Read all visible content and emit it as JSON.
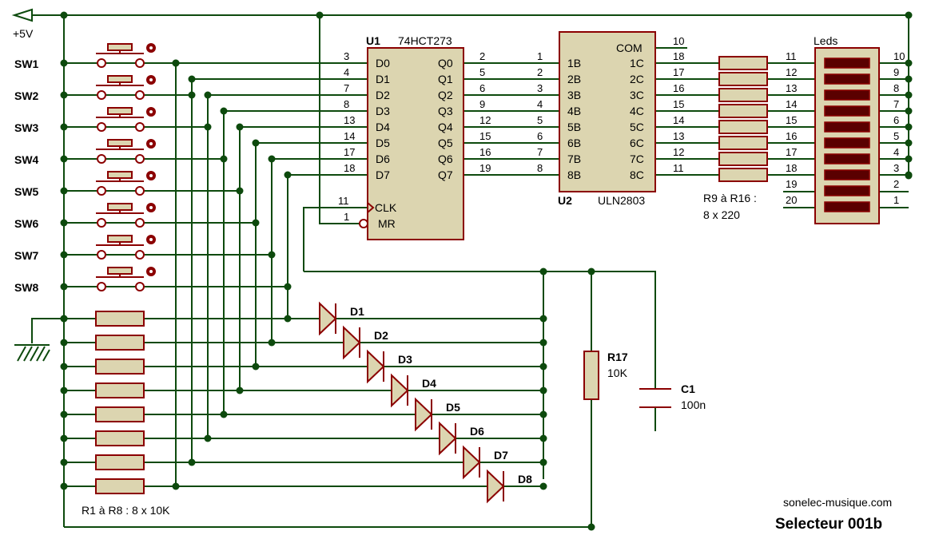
{
  "power": {
    "label": "+5V"
  },
  "switches": [
    "SW1",
    "SW2",
    "SW3",
    "SW4",
    "SW5",
    "SW6",
    "SW7",
    "SW8"
  ],
  "u1": {
    "ref": "U1",
    "part": "74HCT273",
    "d_labels": [
      "D0",
      "D1",
      "D2",
      "D3",
      "D4",
      "D5",
      "D6",
      "D7"
    ],
    "q_labels": [
      "Q0",
      "Q1",
      "Q2",
      "Q3",
      "Q4",
      "Q5",
      "Q6",
      "Q7"
    ],
    "d_pins": [
      "3",
      "4",
      "7",
      "8",
      "13",
      "14",
      "17",
      "18"
    ],
    "q_pins": [
      "2",
      "5",
      "6",
      "9",
      "12",
      "15",
      "16",
      "19"
    ],
    "clk_label": "CLK",
    "clk_pin": "11",
    "mr_label": "MR",
    "mr_pin": "1"
  },
  "u2": {
    "ref": "U2",
    "part": "ULN2803",
    "b_labels": [
      "1B",
      "2B",
      "3B",
      "4B",
      "5B",
      "6B",
      "7B",
      "8B"
    ],
    "c_labels": [
      "1C",
      "2C",
      "3C",
      "4C",
      "5C",
      "6C",
      "7C",
      "8C"
    ],
    "b_pins": [
      "1",
      "2",
      "3",
      "4",
      "5",
      "6",
      "7",
      "8"
    ],
    "c_pins": [
      "18",
      "17",
      "16",
      "15",
      "14",
      "13",
      "12",
      "11"
    ],
    "com_label": "COM",
    "com_pin": "10"
  },
  "rnet2": {
    "label_line1": "R9 à R16 :",
    "label_line2": "8 x 220"
  },
  "leds": {
    "label": "Leds",
    "left_pins": [
      "11",
      "12",
      "13",
      "14",
      "15",
      "16",
      "17",
      "18",
      "19",
      "20"
    ],
    "right_pins": [
      "10",
      "9",
      "8",
      "7",
      "6",
      "5",
      "4",
      "3",
      "2",
      "1"
    ]
  },
  "rnet1": {
    "label": "R1 à R8 : 8 x 10K"
  },
  "diodes": [
    "D1",
    "D2",
    "D3",
    "D4",
    "D5",
    "D6",
    "D7",
    "D8"
  ],
  "r17": {
    "ref": "R17",
    "value": "10K"
  },
  "c1": {
    "ref": "C1",
    "value": "100n"
  },
  "footer": {
    "site": "sonelec-musique.com",
    "title": "Selecteur 001b"
  }
}
